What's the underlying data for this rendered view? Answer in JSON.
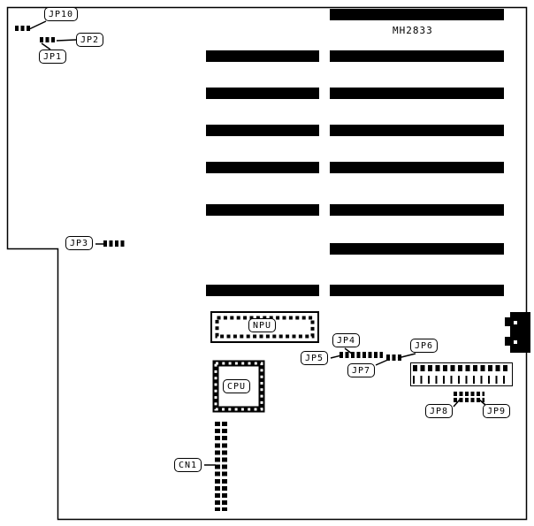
{
  "board": {
    "model": "MH2833",
    "labels": {
      "jp1": "JP1",
      "jp2": "JP2",
      "jp3": "JP3",
      "jp4": "JP4",
      "jp5": "JP5",
      "jp6": "JP6",
      "jp7": "JP7",
      "jp8": "JP8",
      "jp9": "JP9",
      "jp10": "JP10",
      "cn1": "CN1",
      "npu": "NPU",
      "cpu": "CPU"
    }
  }
}
